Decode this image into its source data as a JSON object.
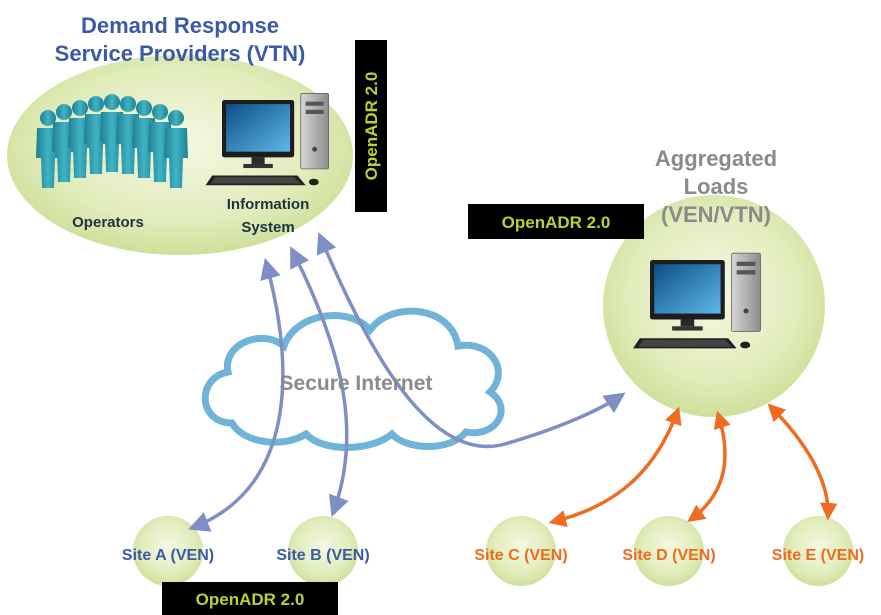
{
  "vtn": {
    "title_line1": "Demand Response",
    "title_line2": "Service Providers (VTN)",
    "operators_label": "Operators",
    "info_line1": "Information",
    "info_line2": "System"
  },
  "aggregated": {
    "line1": "Aggregated",
    "line2": "Loads",
    "line3": "(VEN/VTN)"
  },
  "cloud": {
    "label": "Secure Internet"
  },
  "badges": {
    "vertical": "OpenADR 2.0",
    "aggregated": "OpenADR 2.0",
    "bottom": "OpenADR 2.0"
  },
  "sites": [
    {
      "label": "Site A (VEN)",
      "color": "#3b5aa6"
    },
    {
      "label": "Site B (VEN)",
      "color": "#3b5aa6"
    },
    {
      "label": "Site C (VEN)",
      "color": "#ef6b1f"
    },
    {
      "label": "Site D (VEN)",
      "color": "#ef6b1f"
    },
    {
      "label": "Site E (VEN)",
      "color": "#ef6b1f"
    }
  ],
  "colors": {
    "blue_arrow": "#7f8ec4",
    "orange_arrow": "#ef6b1f",
    "circle_fill": "#dde9b3",
    "cloud_stroke": "#6fb4d8",
    "badge_bg": "#000000",
    "badge_text": "#b3d336"
  }
}
